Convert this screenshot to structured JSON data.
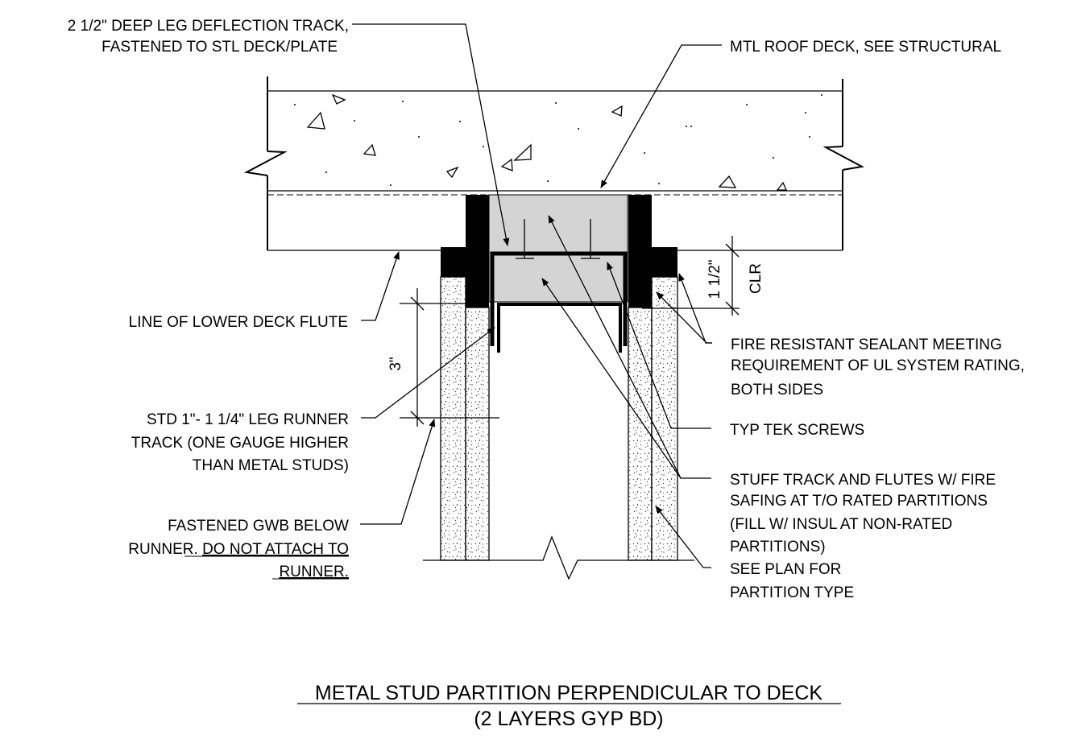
{
  "labels": {
    "deflection_track_1": "2 1/2\" DEEP LEG DEFLECTION TRACK,",
    "deflection_track_2": "FASTENED TO STL DECK/PLATE",
    "roof_deck": "MTL ROOF DECK, SEE STRUCTURAL",
    "lower_flute": "LINE OF LOWER DECK FLUTE",
    "sealant_1": "FIRE RESISTANT SEALANT MEETING",
    "sealant_2": "REQUIREMENT OF UL SYSTEM RATING,",
    "sealant_3": "BOTH SIDES",
    "tek_screws": "TYP TEK SCREWS",
    "runner_1": "STD 1\"- 1 1/4\" LEG RUNNER",
    "runner_2": "TRACK (ONE GAUGE HIGHER",
    "runner_3": "THAN METAL STUDS)",
    "safing_1": "STUFF TRACK AND FLUTES W/ FIRE",
    "safing_2": "SAFING AT T/O RATED PARTITIONS",
    "safing_3": "(FILL W/ INSUL AT NON-RATED",
    "safing_4": "PARTITIONS)",
    "gwb_1": "FASTENED GWB BELOW",
    "gwb_2a": "RUNNER.",
    "gwb_2b": "DO NOT ATTACH TO",
    "gwb_3": "RUNNER.",
    "plan_1": "SEE PLAN FOR",
    "plan_2": "PARTITION TYPE"
  },
  "dimensions": {
    "vertical_3": "3\"",
    "clearance": "1 1/2\"",
    "clr": "CLR"
  },
  "caption": {
    "title": "METAL STUD PARTITION PERPENDICULAR TO DECK",
    "subtitle": "(2 LAYERS GYP BD)"
  }
}
